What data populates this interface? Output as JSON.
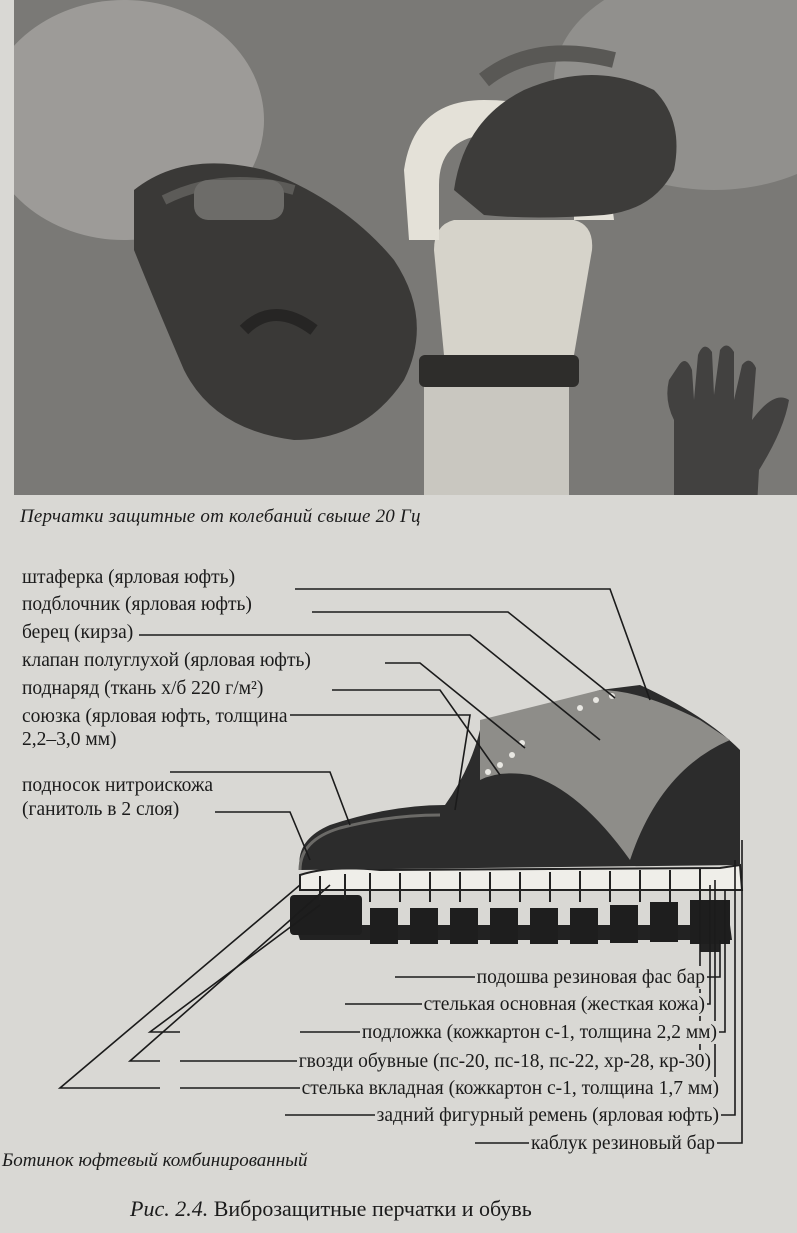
{
  "photo": {
    "caption": "Перчатки защитные от колебаний свыше 20 Гц"
  },
  "boot": {
    "left_labels": [
      "штаферка (ярловая юфть)",
      "подблочник (ярловая юфть)",
      "берец (кирза)",
      "клапан полуглухой (ярловая юфть)",
      "поднаряд (ткань х/б 220 г/м²)",
      "союзка (ярловая юфть, толщина",
      "2,2–3,0 мм)",
      "подносок нитроискожа",
      "(ганитоль в 2 слоя)"
    ],
    "right_labels": [
      "подошва резиновая фас бар",
      "стелькая основная (жесткая кожа)",
      "подложка (кожкартон с-1, толщина 2,2 мм)",
      "гвозди обувные (пс-20, пс-18, пс-22, хр-28, кр-30)",
      "стелька вкладная (кожкартон с-1, толщина 1,7 мм)",
      "задний фигурный ремень (ярловая юфть)",
      "каблук резиновый бар"
    ],
    "title": "Ботинок юфтевый комбинированный"
  },
  "figure": {
    "number": "Рис. 2.4.",
    "caption": "Виброзащитные перчатки и обувь"
  }
}
